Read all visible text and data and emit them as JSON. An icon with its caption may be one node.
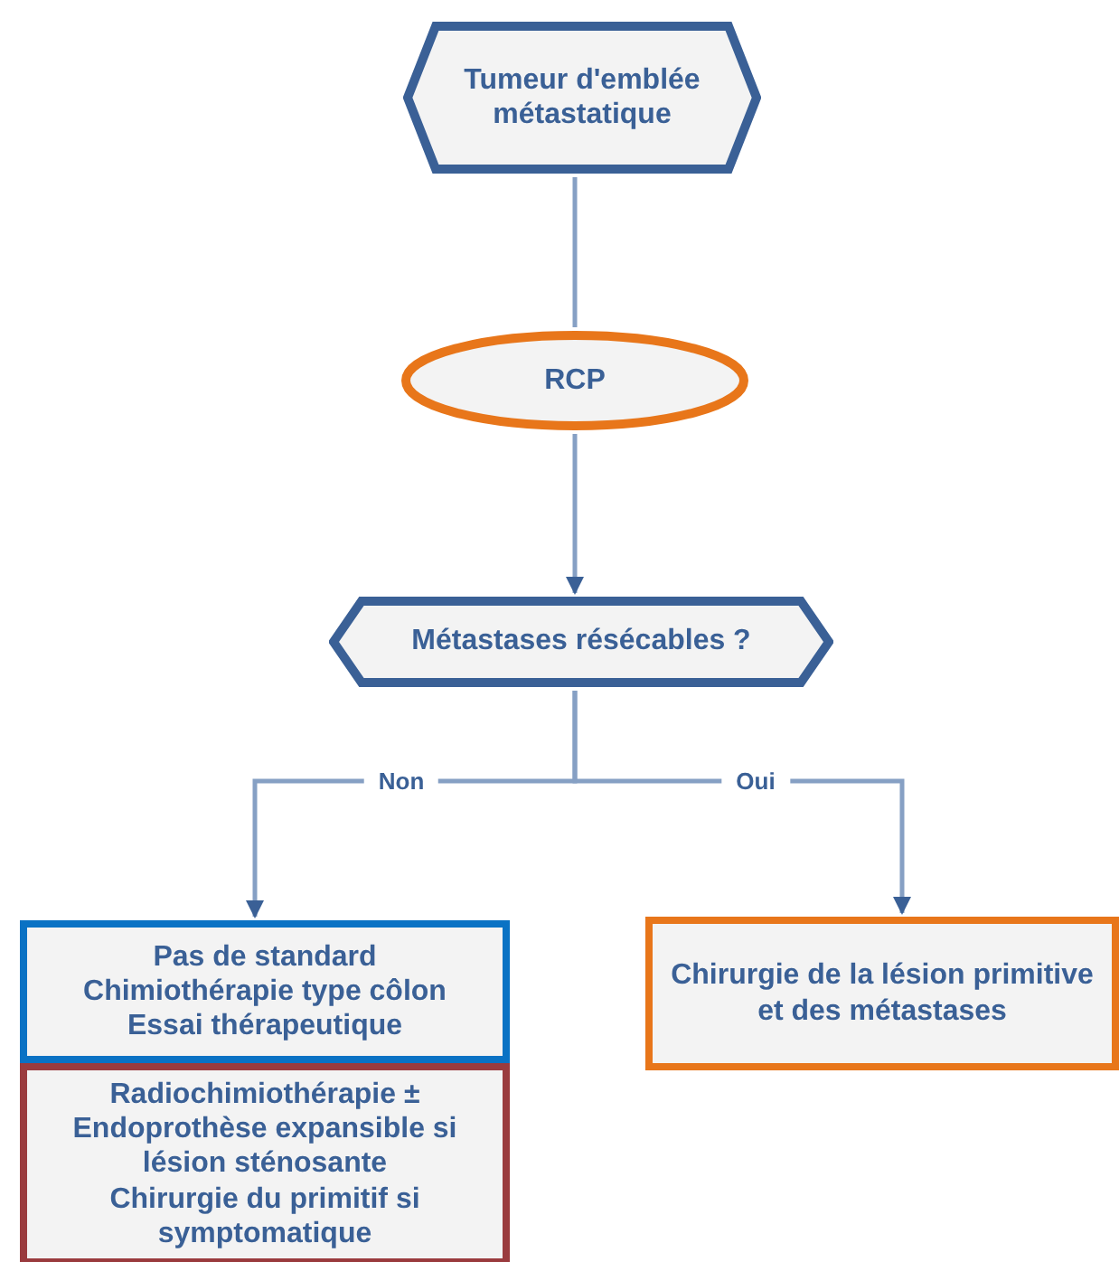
{
  "diagram": {
    "nodes": [
      {
        "text": [
          "Tumeur d'emblée métastatique"
        ]
      },
      {
        "text": [
          "RCP"
        ]
      },
      {
        "text": [
          "Métastases résécables ?"
        ]
      },
      {
        "text": [
          "Pas de standard",
          "Chimiothérapie type côlon",
          "Essai thérapeutique"
        ]
      },
      {
        "text": [
          "Chirurgie de la lésion primitive et des métastases"
        ]
      },
      {
        "text": [
          "Radiochimiothérapie ±",
          "Endoprothèse expansible si lésion sténosante",
          "Chirurgie du primitif si symptomatique"
        ]
      }
    ],
    "edges": [
      {
        "from": 0,
        "to": 1,
        "arrow": "none"
      },
      {
        "from": 1,
        "to": 2,
        "arrow": "to"
      },
      {
        "from": 2,
        "to": 3,
        "label": "Non",
        "arrow": "to"
      },
      {
        "from": 2,
        "to": 4,
        "label": "Oui",
        "arrow": "to"
      }
    ]
  }
}
